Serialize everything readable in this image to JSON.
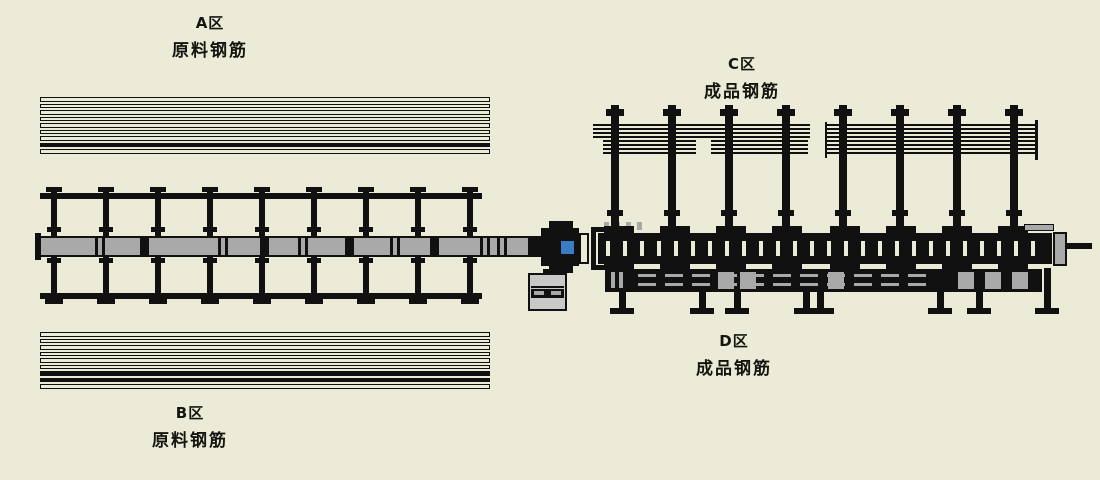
{
  "labels": {
    "zone_a": {
      "name": "A区",
      "desc": "原料钢筋"
    },
    "zone_b": {
      "name": "B区",
      "desc": "原料钢筋"
    },
    "zone_c": {
      "name": "C区",
      "desc": "成品钢筋"
    },
    "zone_d": {
      "name": "D区",
      "desc": "成品钢筋"
    }
  },
  "colors": {
    "background": "#ECEBD8",
    "outline_black": "#111111",
    "conveyor_gray": "#A9A9A9",
    "cabinet_gray": "#C9C9C9",
    "accent_blue": "#3B7CC4"
  }
}
